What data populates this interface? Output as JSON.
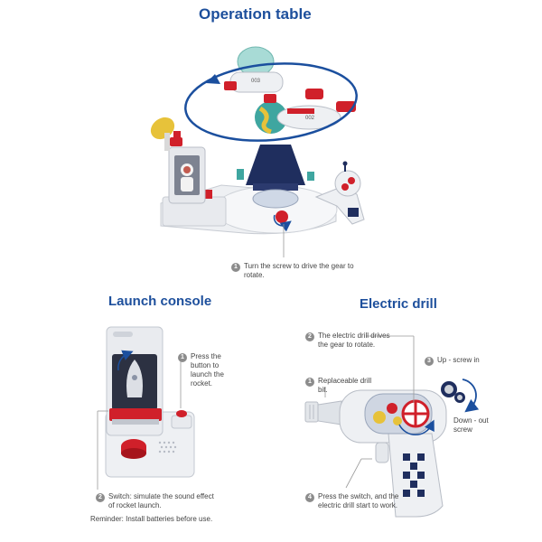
{
  "sections": {
    "operation_table": {
      "title": "Operation table",
      "callouts": [
        {
          "num": "1",
          "text": "Turn the screw to drive the gear to rotate."
        }
      ]
    },
    "launch_console": {
      "title": "Launch console",
      "callouts": [
        {
          "num": "1",
          "text": "Press the button to launch the rocket."
        },
        {
          "num": "2",
          "text": "Switch: simulate the sound effect of rocket launch."
        }
      ],
      "reminder": "Reminder: Install batteries before use."
    },
    "electric_drill": {
      "title": "Electric drill",
      "callouts": [
        {
          "num": "2",
          "text": "The electric drill drives the gear to rotate."
        },
        {
          "num": "1",
          "text": "Replaceable drill bit."
        },
        {
          "num": "3",
          "text": "Up - screw in"
        },
        {
          "num": "",
          "text": "Down - out screw"
        },
        {
          "num": "4",
          "text": "Press the switch, and the electric drill start to work."
        }
      ]
    }
  },
  "rocket_labels": [
    "003",
    "002"
  ],
  "colors": {
    "title_blue": "#1d4f9c",
    "arrow_blue": "#1b4f9e",
    "toy_white": "#eef0f3",
    "toy_red": "#d0202a",
    "toy_navy": "#1f2e5e",
    "toy_teal": "#3fa6a0",
    "toy_yellow": "#e7c23a"
  }
}
